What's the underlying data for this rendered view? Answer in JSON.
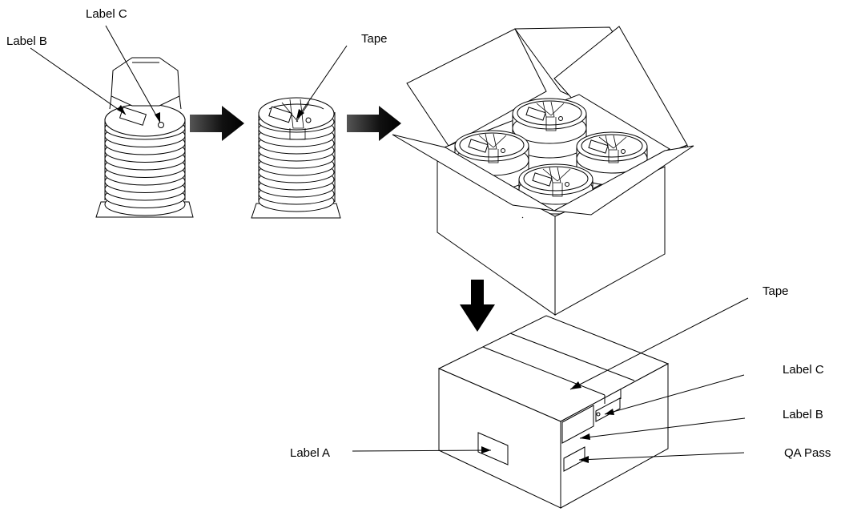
{
  "labels": {
    "top_label_b": "Label B",
    "top_label_c": "Label C",
    "top_tape": "Tape",
    "box_tape": "Tape",
    "box_label_c": "Label C",
    "box_label_b": "Label B",
    "box_label_a": "Label A",
    "box_qa_pass": "QA Pass"
  },
  "colors": {
    "line": "#000000",
    "fill": "#ffffff"
  },
  "icons": {
    "step_arrow": "right-arrow-icon",
    "down_arrow": "down-arrow-icon"
  }
}
